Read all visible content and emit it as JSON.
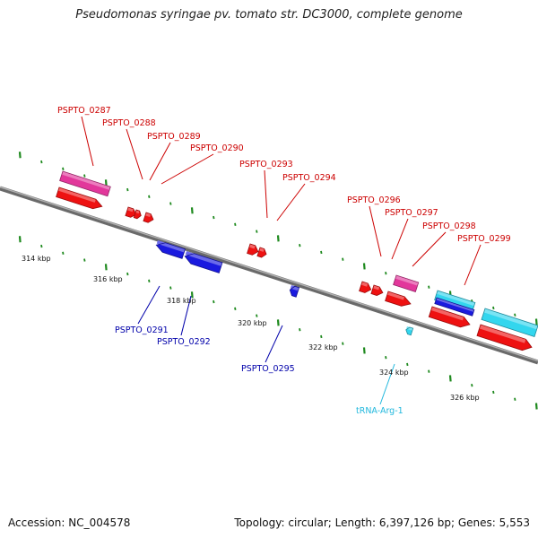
{
  "title": "Pseudomonas syringae pv. tomato str. DC3000, complete genome",
  "footer": {
    "accession": "Accession: NC_004578",
    "topology": "Topology: circular; Length: 6,397,126 bp; Genes: 5,553"
  },
  "colors": {
    "backbone": "#888888",
    "tick": "#1f8a1f",
    "forward_cds": "#ee1111",
    "reverse_cds": "#1a1adf",
    "rna": "#e2379b",
    "trna": "#33d6ee",
    "label_forward": "#cc0000",
    "label_reverse": "#0000aa",
    "label_trna": "#22b8dd"
  },
  "scale_labels": [
    "314 kbp",
    "316 kbp",
    "318 kbp",
    "320 kbp",
    "322 kbp",
    "324 kbp",
    "326 kbp"
  ],
  "gene_labels": [
    {
      "text": "PSPTO_0287",
      "kind": "forward"
    },
    {
      "text": "PSPTO_0288",
      "kind": "forward"
    },
    {
      "text": "PSPTO_0289",
      "kind": "forward"
    },
    {
      "text": "PSPTO_0290",
      "kind": "forward"
    },
    {
      "text": "PSPTO_0293",
      "kind": "forward"
    },
    {
      "text": "PSPTO_0294",
      "kind": "forward"
    },
    {
      "text": "PSPTO_0296",
      "kind": "forward"
    },
    {
      "text": "PSPTO_0297",
      "kind": "forward"
    },
    {
      "text": "PSPTO_0298",
      "kind": "forward"
    },
    {
      "text": "PSPTO_0299",
      "kind": "forward"
    },
    {
      "text": "PSPTO_0291",
      "kind": "reverse"
    },
    {
      "text": "PSPTO_0292",
      "kind": "reverse"
    },
    {
      "text": "PSPTO_0295",
      "kind": "reverse"
    },
    {
      "text": "tRNA-Arg-1",
      "kind": "trna"
    }
  ]
}
